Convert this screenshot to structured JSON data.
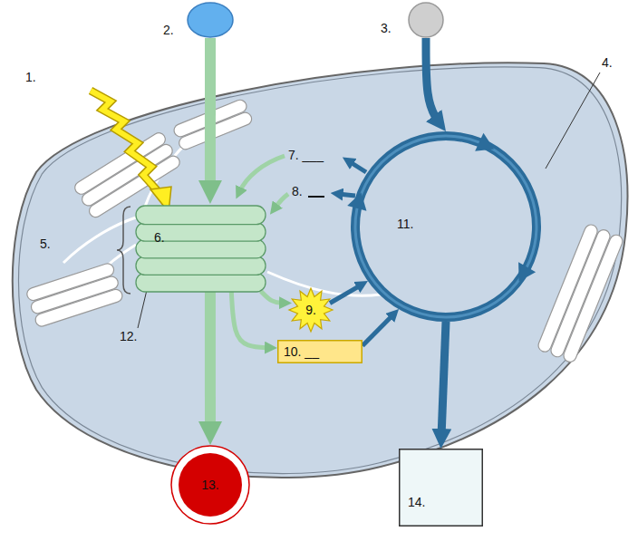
{
  "diagram": {
    "nodes": [
      {
        "text": [
          "2."
        ]
      },
      {
        "text": [
          "3."
        ]
      },
      {
        "text": [
          "6."
        ]
      },
      {
        "text": [
          "11."
        ]
      },
      {
        "text": [
          "9."
        ]
      },
      {
        "text": [
          "10. __"
        ]
      },
      {
        "text": [
          "13."
        ]
      },
      {
        "text": [
          "14."
        ]
      }
    ],
    "edges": [
      {
        "from": 0,
        "to": 2,
        "arrow": "to"
      },
      {
        "from": 2,
        "to": 6,
        "arrow": "to"
      },
      {
        "from": 2,
        "to": 4,
        "arrow": "to"
      },
      {
        "from": 2,
        "to": 5,
        "arrow": "to"
      },
      {
        "from": 4,
        "to": 3,
        "arrow": "to"
      },
      {
        "from": 5,
        "to": 3,
        "arrow": "to"
      },
      {
        "from": 1,
        "to": 3,
        "arrow": "to"
      },
      {
        "from": 3,
        "to": 7,
        "arrow": "to"
      }
    ],
    "labels": [
      "1.",
      "4.",
      "5.",
      "7. ___",
      "8.",
      "12."
    ]
  }
}
